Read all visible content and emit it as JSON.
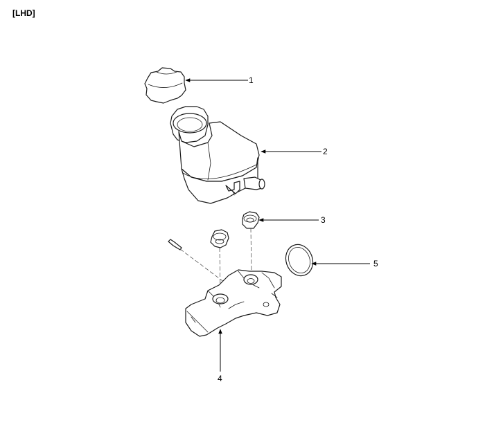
{
  "header": {
    "label": "[LHD]"
  },
  "callouts": [
    {
      "number": "1"
    },
    {
      "number": "2"
    },
    {
      "number": "3"
    },
    {
      "number": "4"
    },
    {
      "number": "5"
    }
  ],
  "colors": {
    "line": "#1a1a1a",
    "background": "#ffffff"
  }
}
